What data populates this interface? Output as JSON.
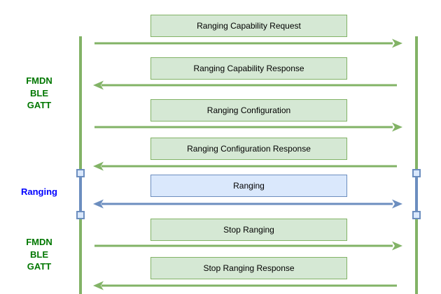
{
  "theme": {
    "background": "#ffffff",
    "green_stroke": "#82b366",
    "green_fill": "#d5e8d4",
    "blue_stroke": "#6c8ebf",
    "blue_fill": "#dae8fc",
    "label_green": "#007700",
    "label_blue": "#0000ff",
    "box_text": "#000000"
  },
  "left_labels": [
    {
      "id": "fmdn-ble-gatt-top",
      "color": "green",
      "lines": [
        "FMDN",
        "BLE",
        "GATT"
      ]
    },
    {
      "id": "ranging-session",
      "color": "blue",
      "lines": [
        "Ranging"
      ]
    },
    {
      "id": "fmdn-ble-gatt-bottom",
      "color": "green",
      "lines": [
        "FMDN",
        "BLE",
        "GATT"
      ]
    }
  ],
  "messages": [
    {
      "label": "Ranging Capability Request",
      "direction": "right",
      "color": "green"
    },
    {
      "label": "Ranging Capability Response",
      "direction": "left",
      "color": "green"
    },
    {
      "label": "Ranging Configuration",
      "direction": "right",
      "color": "green"
    },
    {
      "label": "Ranging Configuration Response",
      "direction": "left",
      "color": "green"
    },
    {
      "label": "Ranging",
      "direction": "both",
      "color": "blue"
    },
    {
      "label": "Stop Ranging",
      "direction": "right",
      "color": "green"
    },
    {
      "label": "Stop Ranging Response",
      "direction": "left",
      "color": "green"
    }
  ]
}
